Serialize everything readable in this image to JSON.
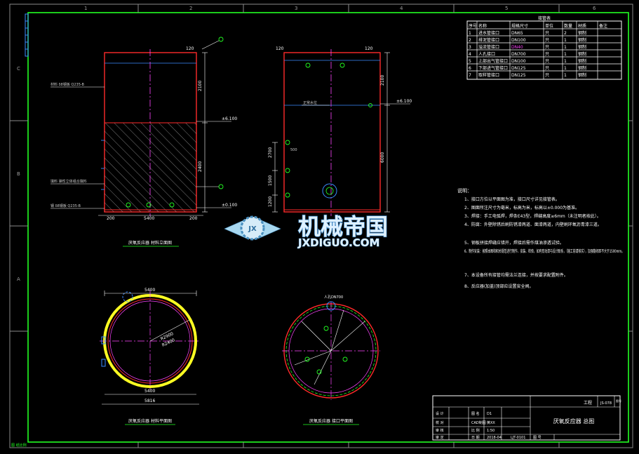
{
  "ruler": {
    "top": [
      "1",
      "2",
      "3",
      "4",
      "5",
      "6"
    ],
    "side": [
      "C",
      "B",
      "A"
    ]
  },
  "nozzle_table": {
    "title": "接管表",
    "headers": [
      "序号",
      "名称",
      "规格尺寸",
      "单位",
      "数量",
      "材质",
      "备注"
    ],
    "rows": [
      [
        "1",
        "进水管接口",
        "DN65",
        "只",
        "2",
        "钢制",
        ""
      ],
      [
        "2",
        "排泥管接口",
        "DN100",
        "只",
        "1",
        "钢制",
        ""
      ],
      [
        "3",
        "溢流管接口",
        "DN40",
        "只",
        "1",
        "钢制",
        ""
      ],
      [
        "4",
        "人孔接口",
        "DN700",
        "只",
        "1",
        "钢制",
        ""
      ],
      [
        "5",
        "上部出气管接口",
        "DN100",
        "只",
        "1",
        "钢制",
        ""
      ],
      [
        "6",
        "下部进气管接口",
        "DN125",
        "只",
        "1",
        "钢制",
        ""
      ],
      [
        "7",
        "取样管接口",
        "DN125",
        "只",
        "1",
        "钢制",
        ""
      ]
    ]
  },
  "elevation_left": {
    "top_dim": "120",
    "right_dim_upper": "2100",
    "right_dim_lower": "2400",
    "level_upper": "±6.100",
    "level_lower": "±0.100",
    "label_top": "材料 δ8钢板 Q235-B",
    "label_mid": "填料 弹性立体组合填料",
    "label_bottom": "钢 δ8钢板 Q235-B",
    "bottom_left_dim": "200",
    "bottom_mid_dim": "5400",
    "bottom_right_dim": "200",
    "caption": "厌氧反应器 材料立面图"
  },
  "elevation_right": {
    "top_left_dim": "120",
    "top_right_dim": "120",
    "right_dim_upper": "2100",
    "right_dim_lower": "6000",
    "level": "±6.100",
    "water_line": "正常水位",
    "vdims": [
      "2700",
      "1500",
      "1200",
      "500"
    ]
  },
  "plan_left": {
    "top_dim": "5400",
    "bottom_dim_1": "5400",
    "bottom_dim_2": "5816",
    "radius_1": "R2900",
    "radius_2": "R2400",
    "caption": "厌氧反应器 材料平面图"
  },
  "plan_right": {
    "label": "人孔DN700",
    "caption": "厌氧反应器 接口平面图"
  },
  "notes": {
    "title": "说明：",
    "items": [
      "1、接口方位以平面图为准，接口尺寸详见接管表。",
      "2、图面所注尺寸为毫米，标高为米，标高以±0.000为基准。",
      "3、焊接：手工电弧焊，焊条E43型，焊缝高度≥6mm（未注明者按此）。",
      "4、防腐：外壁除锈后刷防锈漆两道、面漆两道，内壁刷环氧沥青漆三道。",
      "5、钢板拼接焊缝应错开，焊接后需作煤油渗透试验。",
      "6、制作安装：按照本图和相关规范进行制作、安装、检验，如有变动请与设计联系，（施工前请核实），加强筋间距不大于1500mm。",
      "7、本设备所有接管均需法兰连接，并按要求配置附件。",
      "8、反应器(加盖)顶部应设置安全阀。"
    ]
  },
  "watermark": {
    "brand": "机械帝国",
    "url": "JXDIGUO.COM",
    "emblem": "JX"
  },
  "title_block": {
    "rows": [
      [
        "设 计",
        "",
        "图 名",
        "D1"
      ],
      [
        "校 对",
        "",
        "CAD制图",
        "黄XX"
      ],
      [
        "审 核",
        "",
        "比 例",
        "1:50"
      ],
      [
        "审 定",
        "",
        "日 期",
        "2018-04"
      ]
    ],
    "drawing_title": "厌氧反应器 总图",
    "code_label": "工程",
    "code_value": "JS-078",
    "sheet_label": "图 号",
    "sheet_value": "LJT-0101",
    "corner": "图号"
  },
  "corner_note": "图 纸比例"
}
